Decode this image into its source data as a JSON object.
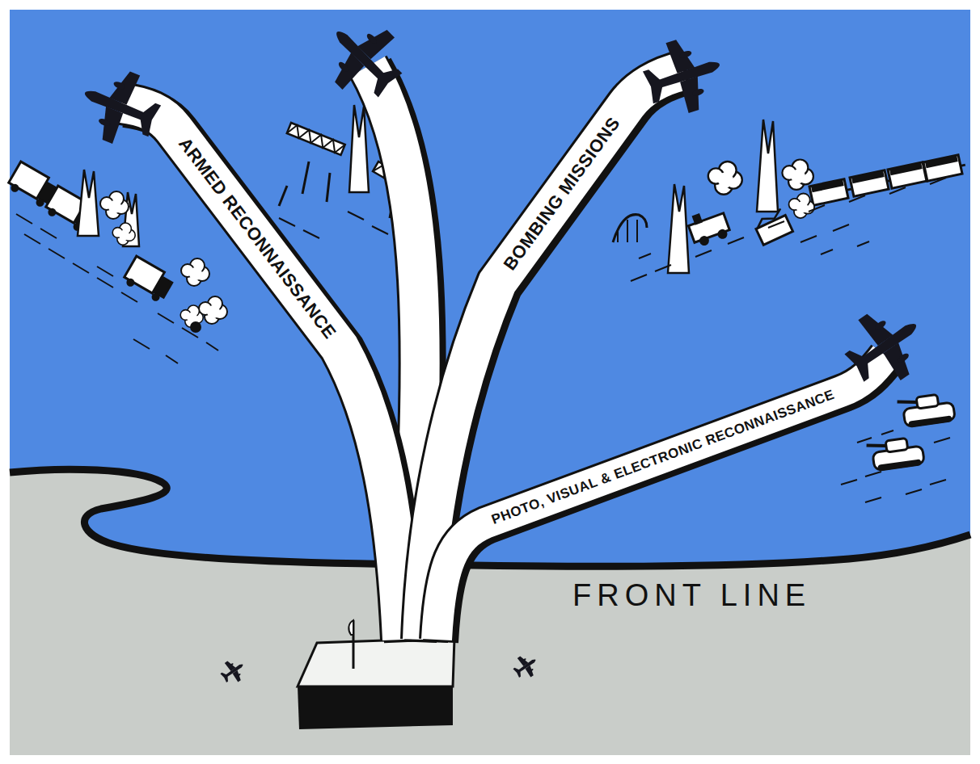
{
  "diagram": {
    "nodes": [
      {
        "text": [
          "ARMED RECONNAISSANCE"
        ]
      },
      {
        "text": [
          "BOMBING MISSIONS"
        ]
      },
      {
        "text": [
          "PHOTO, VISUAL & ELECTRONIC RECONNAISSANCE"
        ]
      }
    ],
    "labels": [
      "FRONT LINE"
    ]
  }
}
